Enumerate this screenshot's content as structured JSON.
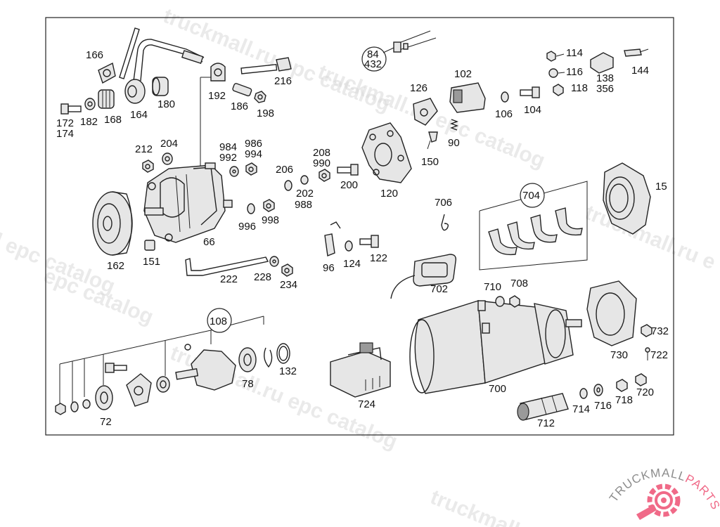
{
  "labels": {
    "l166": "166",
    "l164": "164",
    "l180": "180",
    "l168": "168",
    "l182": "182",
    "l172": "172",
    "l174": "174",
    "l192": "192",
    "l186": "186",
    "l198": "198",
    "l216": "216",
    "l212": "212",
    "l204": "204",
    "l984": "984",
    "l992": "992",
    "l986": "986",
    "l994": "994",
    "l206": "206",
    "l202": "202",
    "l988": "988",
    "l208": "208",
    "l990": "990",
    "l200": "200",
    "l120": "120",
    "l996": "996",
    "l998": "998",
    "l162": "162",
    "l151": "151",
    "l66": "66",
    "l222": "222",
    "l228": "228",
    "l234": "234",
    "l84": "84",
    "l432": "432",
    "l126": "126",
    "l102": "102",
    "l90": "90",
    "l150": "150",
    "l106": "106",
    "l104": "104",
    "l114": "114",
    "l116": "116",
    "l118": "118",
    "l138": "138",
    "l356": "356",
    "l144": "144",
    "l15": "15",
    "l704": "704",
    "l706": "706",
    "l96": "96",
    "l124": "124",
    "l122": "122",
    "l702": "702",
    "l710": "710",
    "l708": "708",
    "l732": "732",
    "l730": "730",
    "l722": "722",
    "l108": "108",
    "l132": "132",
    "l78": "78",
    "l72": "72",
    "l724": "724",
    "l700": "700",
    "l712": "712",
    "l714": "714",
    "l716": "716",
    "l718": "718",
    "l720": "720"
  },
  "watermark": {
    "text1": "truckmall.ru epc catalog",
    "text2": "truckmall.ru epc catalog",
    "text3": "truckmall.ru e",
    "text4": "l epc catalog",
    "text5": "epc catalog",
    "text6": "truckmall.ru epc catalog",
    "text7": "truckmall.ru"
  },
  "logo": {
    "part1": "TRUCKMALL",
    "part2": "PARTS"
  },
  "colors": {
    "logo_gray": "#8c8c8c",
    "logo_pink": "#f06a88",
    "line": "#222222"
  }
}
